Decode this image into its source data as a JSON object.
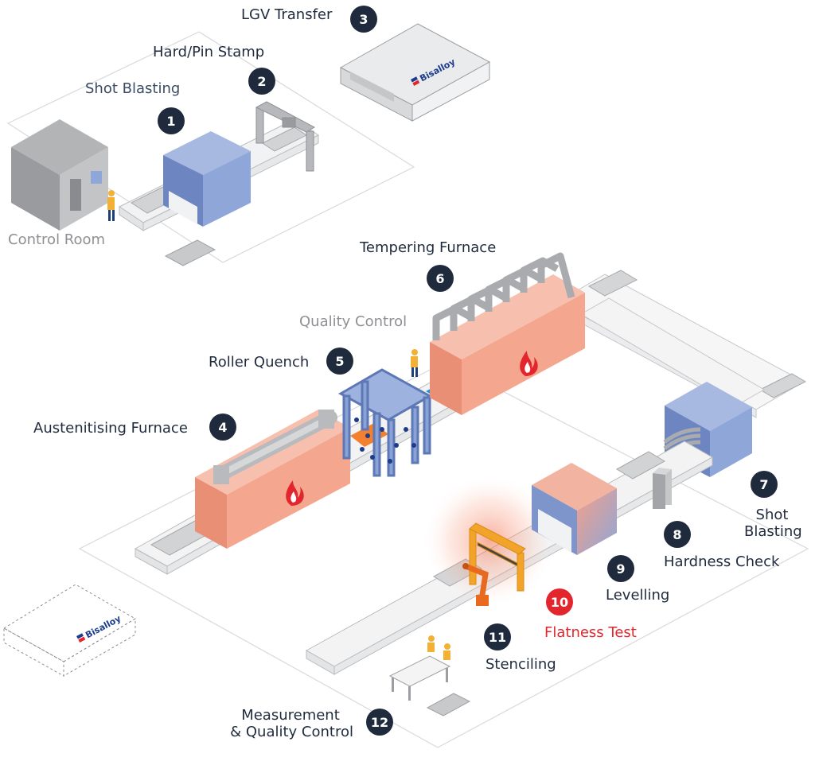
{
  "brand": {
    "name": "Bisalloy",
    "accent": "#e3262e",
    "navy": "#1f2b3d",
    "blue": "#1b3c8c"
  },
  "colors": {
    "furnace": "#f4a68e",
    "blaster": "#8ea6d8",
    "quench": "#8aa3d6",
    "orange": "#f2a329",
    "grey_text": "#8e9094"
  },
  "steps": [
    {
      "number": "1",
      "label": "Shot Blasting"
    },
    {
      "number": "2",
      "label": "Hard/Pin Stamp"
    },
    {
      "number": "3",
      "label": "LGV Transfer"
    },
    {
      "number": "4",
      "label": "Austenitising Furnace"
    },
    {
      "number": "5",
      "label": "Roller Quench"
    },
    {
      "number": "6",
      "label": "Tempering Furnace"
    },
    {
      "number": "7",
      "label_line1": "Shot",
      "label_line2": "Blasting"
    },
    {
      "number": "8",
      "label": "Hardness Check"
    },
    {
      "number": "9",
      "label": "Levelling"
    },
    {
      "number": "10",
      "label": "Flatness Test"
    },
    {
      "number": "11",
      "label": "Stenciling"
    },
    {
      "number": "12",
      "label_line1": "Measurement",
      "label_line2": "& Quality Control"
    }
  ],
  "areas": {
    "control_room": "Control Room",
    "quality_control": "Quality Control"
  },
  "icons": [
    "flame-icon",
    "worker-icon",
    "bisalloy-logo",
    "robot-arm-icon"
  ]
}
